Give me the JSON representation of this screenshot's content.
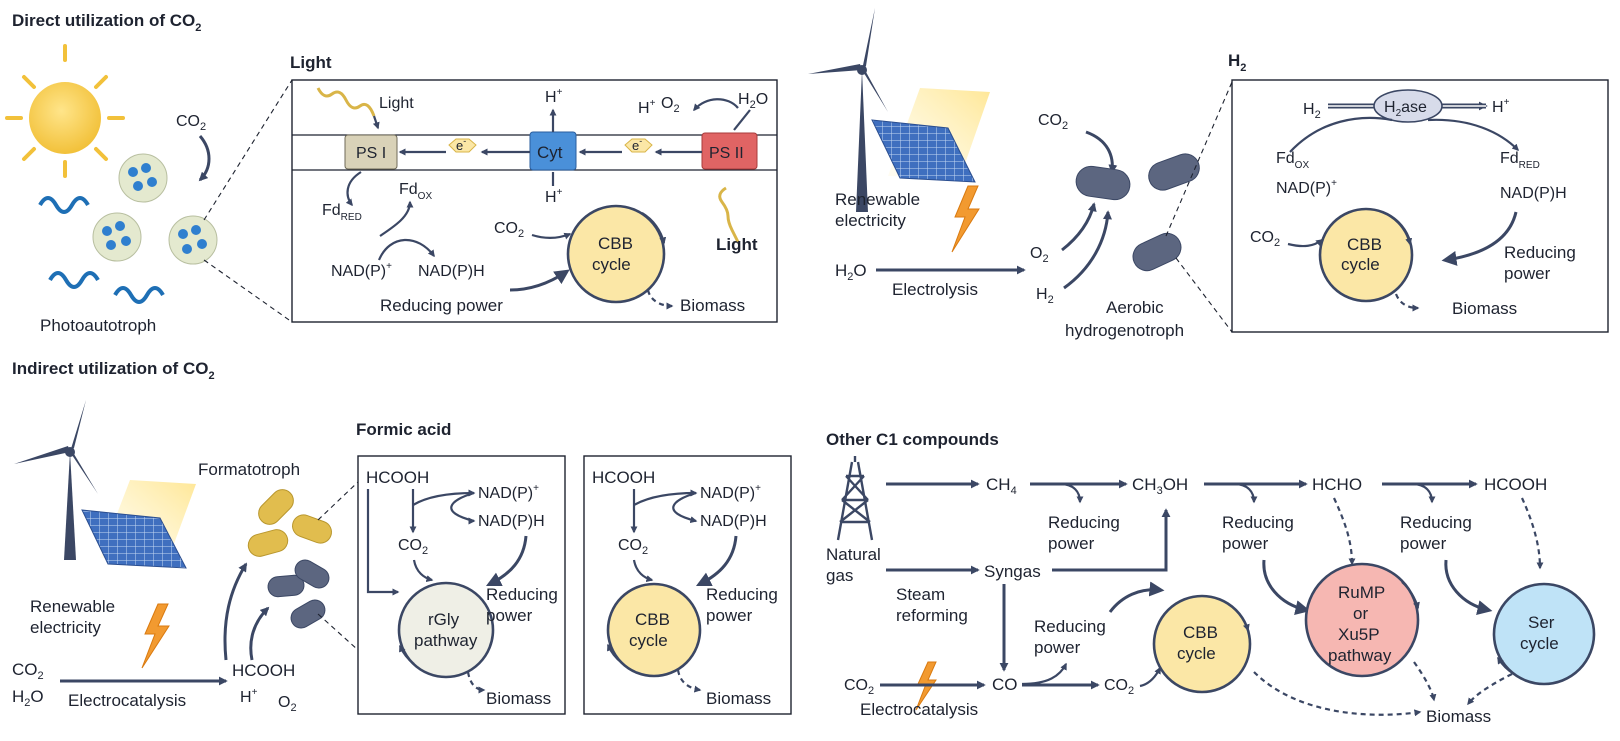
{
  "sections": {
    "direct": "Direct utilization of CO",
    "direct_sub": "2",
    "indirect": "Indirect utilization of CO",
    "indirect_sub": "2"
  },
  "panel_light": {
    "title": "Light",
    "light1": "Light",
    "light2": "Light",
    "ps1": "PS I",
    "ps2": "PS II",
    "cyt": "Cyt",
    "e": "e",
    "e_sup": "-",
    "h": "H",
    "h_sup": "+",
    "o2": "O",
    "o2_sub": "2",
    "h2o_a": "H",
    "h2o_sub": "2",
    "h2o_b": "O",
    "fd": "Fd",
    "ox": "OX",
    "red": "RED",
    "nadp": "NAD(P)",
    "nadp_sup": "+",
    "nadph": "NAD(P)H",
    "co2": "CO",
    "co2_sub": "2",
    "cbb1": "CBB",
    "cbb2": "cycle",
    "reducing_power": "Reducing power",
    "biomass": "Biomass"
  },
  "photo": {
    "co2": "CO",
    "co2_sub": "2",
    "label": "Photoautotroph"
  },
  "hydro": {
    "renewable1": "Renewable",
    "renewable2": "electricity",
    "co2": "CO",
    "co2_sub": "2",
    "h2o_a": "H",
    "h2o_sub": "2",
    "h2o_b": "O",
    "electrolysis": "Electrolysis",
    "o2": "O",
    "o2_sub": "2",
    "h2": "H",
    "h2_sub": "2",
    "aerobic1": "Aerobic",
    "aerobic2": "hydrogenotroph"
  },
  "panel_h2": {
    "title": "H",
    "title_sub": "2",
    "h2": "H",
    "h2_sub": "2",
    "h2ase_a": "H",
    "h2ase_sub": "2",
    "h2ase_b": "ase",
    "h": "H",
    "h_sup": "+",
    "fd": "Fd",
    "ox": "OX",
    "red": "RED",
    "nadp": "NAD(P)",
    "nadp_sup": "+",
    "nadph": "NAD(P)H",
    "co2": "CO",
    "co2_sub": "2",
    "cbb1": "CBB",
    "cbb2": "cycle",
    "reducing1": "Reducing",
    "reducing2": "power",
    "biomass": "Biomass"
  },
  "formato": {
    "renewable1": "Renewable",
    "renewable2": "electricity",
    "formatotroph": "Formatotroph",
    "co2": "CO",
    "co2_sub": "2",
    "h2o_a": "H",
    "h2o_sub": "2",
    "h2o_b": "O",
    "electrocatalysis": "Electrocatalysis",
    "hcooh": "HCOOH",
    "h": "H",
    "h_sup": "+",
    "o2": "O",
    "o2_sub": "2"
  },
  "panel_formic": {
    "title": "Formic acid",
    "hcooh": "HCOOH",
    "nadp": "NAD(P)",
    "nadp_sup": "+",
    "nadph": "NAD(P)H",
    "co2": "CO",
    "co2_sub": "2",
    "rgly1": "rGly",
    "rgly2": "pathway",
    "cbb1": "CBB",
    "cbb2": "cycle",
    "reducing1": "Reducing",
    "reducing2": "power",
    "biomass": "Biomass"
  },
  "other": {
    "title": "Other C1 compounds",
    "natural1": "Natural",
    "natural2": "gas",
    "ch4_a": "CH",
    "ch4_sub": "4",
    "ch3oh_a": "CH",
    "ch3oh_sub": "3",
    "ch3oh_b": "OH",
    "hcho": "HCHO",
    "hcooh": "HCOOH",
    "reducing1": "Reducing",
    "reducing2": "power",
    "syngas": "Syngas",
    "steam1": "Steam",
    "steam2": "reforming",
    "co": "CO",
    "co2": "CO",
    "co2_sub": "2",
    "electrocatalysis": "Electrocatalysis",
    "cbb1": "CBB",
    "cbb2": "cycle",
    "rump1": "RuMP",
    "rump2": "or",
    "rump3": "Xu5P",
    "rump4": "pathway",
    "ser1": "Ser",
    "ser2": "cycle",
    "biomass": "Biomass"
  },
  "colors": {
    "cbb": "#fbe7a6",
    "rgly": "#efefe6",
    "rump": "#f6b7b2",
    "ser": "#bfe3f7",
    "arrow": "#3b4764",
    "ps": "#d9d2b8",
    "cyt": "#4a90d9",
    "psii": "#e06464"
  }
}
